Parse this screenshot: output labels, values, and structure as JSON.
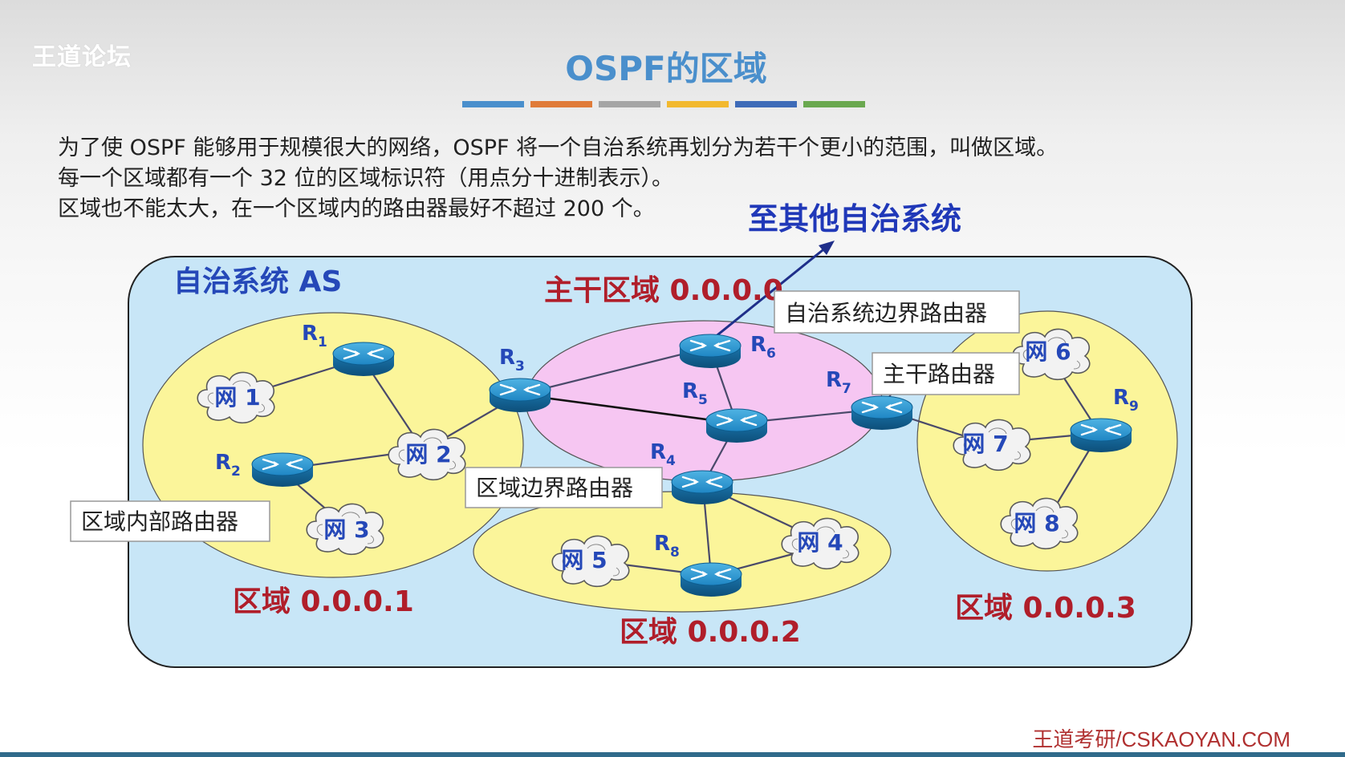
{
  "watermark": "王道论坛",
  "title": "OSPF的区域",
  "color_bar": [
    "#4a8fcc",
    "#e07b39",
    "#a5a5a5",
    "#f2b92f",
    "#3e6bb8",
    "#6aa84f"
  ],
  "intro": {
    "line1": "为了使 OSPF 能够用于规模很大的网络，OSPF 将一个自治系统再划分为若干个更小的范围，叫做区域。",
    "line2": "每一个区域都有一个 32 位的区域标识符（用点分十进制表示）。",
    "line3": "区域也不能太大，在一个区域内的路由器最好不超过 200 个。"
  },
  "diagram": {
    "to_other_as": "至其他自治系统",
    "as_label": "自治系统 AS",
    "backbone_area": "主干区域 0.0.0.0",
    "area1": "区域 0.0.0.1",
    "area2": "区域 0.0.0.2",
    "area3": "区域 0.0.0.3",
    "callout_asbr": "自治系统边界路由器",
    "callout_backbone_router": "主干路由器",
    "callout_abr": "区域边界路由器",
    "callout_internal_router": "区域内部路由器",
    "routers": {
      "r1": {
        "letter": "R",
        "sub": "1"
      },
      "r2": {
        "letter": "R",
        "sub": "2"
      },
      "r3": {
        "letter": "R",
        "sub": "3"
      },
      "r4": {
        "letter": "R",
        "sub": "4"
      },
      "r5": {
        "letter": "R",
        "sub": "5"
      },
      "r6": {
        "letter": "R",
        "sub": "6"
      },
      "r7": {
        "letter": "R",
        "sub": "7"
      },
      "r8": {
        "letter": "R",
        "sub": "8"
      },
      "r9": {
        "letter": "R",
        "sub": "9"
      }
    },
    "networks": {
      "n1": "网 1",
      "n2": "网 2",
      "n3": "网 3",
      "n4": "网 4",
      "n5": "网 5",
      "n6": "网 6",
      "n7": "网 7",
      "n8": "网 8"
    }
  },
  "footer": "王道考研/CSKAOYAN.COM"
}
